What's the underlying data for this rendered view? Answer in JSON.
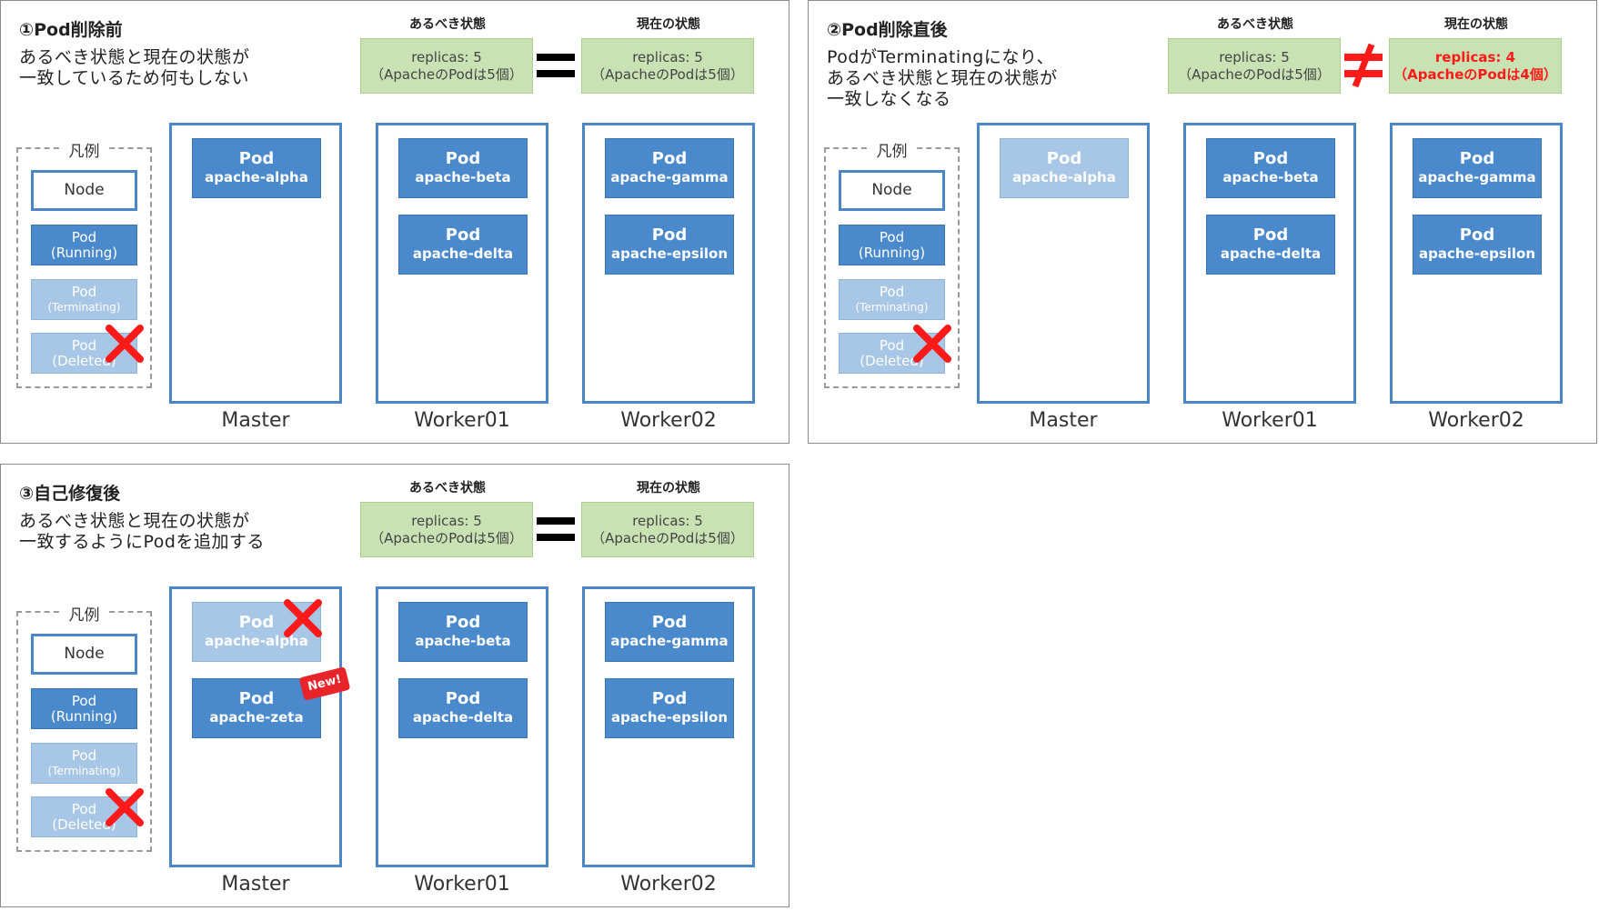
{
  "colors": {
    "running": "#4a89cb",
    "terminating": "#a8c6e6",
    "node_border": "#4a86c8",
    "state_fill": "#c8e2b4",
    "alert": "#ff1a1a",
    "x_mark": "#ff1a1a"
  },
  "labels": {
    "desired": "あるべき状態",
    "current": "現在の状態",
    "legend_title": "凡例",
    "legend_node": "Node",
    "legend_pod": "Pod",
    "legend_running": "(Running)",
    "legend_terminating": "(Terminating)",
    "legend_deleted": "(Deleted)",
    "pod": "Pod",
    "new_badge": "New!"
  },
  "panels": [
    {
      "title": "①Pod削除前",
      "description": "あるべき状態と現在の状態が\n一致しているため何もしない",
      "desired": {
        "line1": "replicas: 5",
        "line2": "（ApacheのPodは5個）"
      },
      "current": {
        "line1": "replicas: 5",
        "line2": "（ApacheのPodは5個）"
      },
      "operator": "equal",
      "nodes": [
        {
          "label": "Master",
          "pods": [
            {
              "name": "apache-alpha",
              "state": "running"
            }
          ]
        },
        {
          "label": "Worker01",
          "pods": [
            {
              "name": "apache-beta",
              "state": "running"
            },
            {
              "name": "apache-delta",
              "state": "running"
            }
          ]
        },
        {
          "label": "Worker02",
          "pods": [
            {
              "name": "apache-gamma",
              "state": "running"
            },
            {
              "name": "apache-epsilon",
              "state": "running"
            }
          ]
        }
      ]
    },
    {
      "title": "②Pod削除直後",
      "description": "PodがTerminatingになり、\nあるべき状態と現在の状態が\n一致しなくなる",
      "desired": {
        "line1": "replicas: 5",
        "line2": "（ApacheのPodは5個）"
      },
      "current": {
        "line1": "replicas: 4",
        "line2": "（ApacheのPodは4個）"
      },
      "operator": "not-equal",
      "nodes": [
        {
          "label": "Master",
          "pods": [
            {
              "name": "apache-alpha",
              "state": "terminating"
            }
          ]
        },
        {
          "label": "Worker01",
          "pods": [
            {
              "name": "apache-beta",
              "state": "running"
            },
            {
              "name": "apache-delta",
              "state": "running"
            }
          ]
        },
        {
          "label": "Worker02",
          "pods": [
            {
              "name": "apache-gamma",
              "state": "running"
            },
            {
              "name": "apache-epsilon",
              "state": "running"
            }
          ]
        }
      ]
    },
    {
      "title": "③自己修復後",
      "description": "あるべき状態と現在の状態が\n一致するようにPodを追加する",
      "desired": {
        "line1": "replicas: 5",
        "line2": "（ApacheのPodは5個）"
      },
      "current": {
        "line1": "replicas: 5",
        "line2": "（ApacheのPodは5個）"
      },
      "operator": "equal",
      "nodes": [
        {
          "label": "Master",
          "pods": [
            {
              "name": "apache-alpha",
              "state": "deleted"
            },
            {
              "name": "apache-zeta",
              "state": "running",
              "new": true
            }
          ]
        },
        {
          "label": "Worker01",
          "pods": [
            {
              "name": "apache-beta",
              "state": "running"
            },
            {
              "name": "apache-delta",
              "state": "running"
            }
          ]
        },
        {
          "label": "Worker02",
          "pods": [
            {
              "name": "apache-gamma",
              "state": "running"
            },
            {
              "name": "apache-epsilon",
              "state": "running"
            }
          ]
        }
      ]
    }
  ]
}
